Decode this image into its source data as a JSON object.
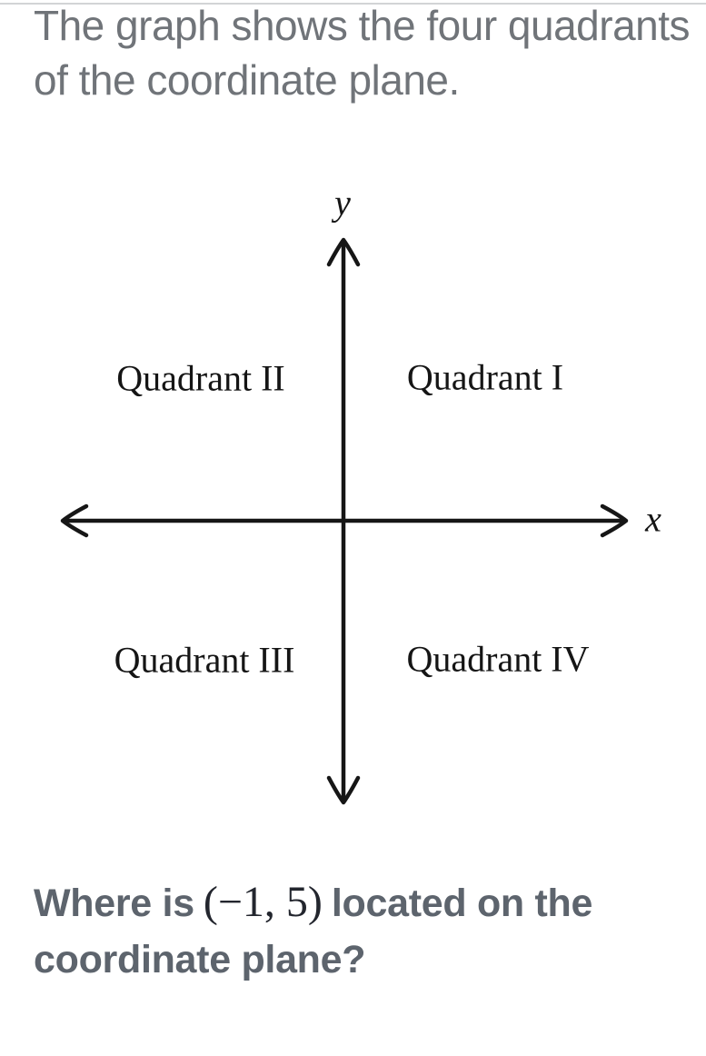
{
  "intro": {
    "line1": "The graph shows the four quadrants",
    "line2": "of the coordinate plane."
  },
  "diagram": {
    "y_axis_label": "y",
    "x_axis_label": "x",
    "quadrants": {
      "q1": "Quadrant I",
      "q2": "Quadrant II",
      "q3": "Quadrant III",
      "q4": "Quadrant IV"
    }
  },
  "question": {
    "prefix": "Where is",
    "math_point": "(−1, 5)",
    "suffix": "located on the",
    "line2": "coordinate plane?"
  },
  "colors": {
    "page_bg": "#ffffff",
    "divider": "#d2d4d6",
    "intro_gray": "#707479",
    "question_gray": "#5d646d",
    "math_dark": "#23262e",
    "axis_black": "#161616",
    "label_black": "#151515"
  }
}
